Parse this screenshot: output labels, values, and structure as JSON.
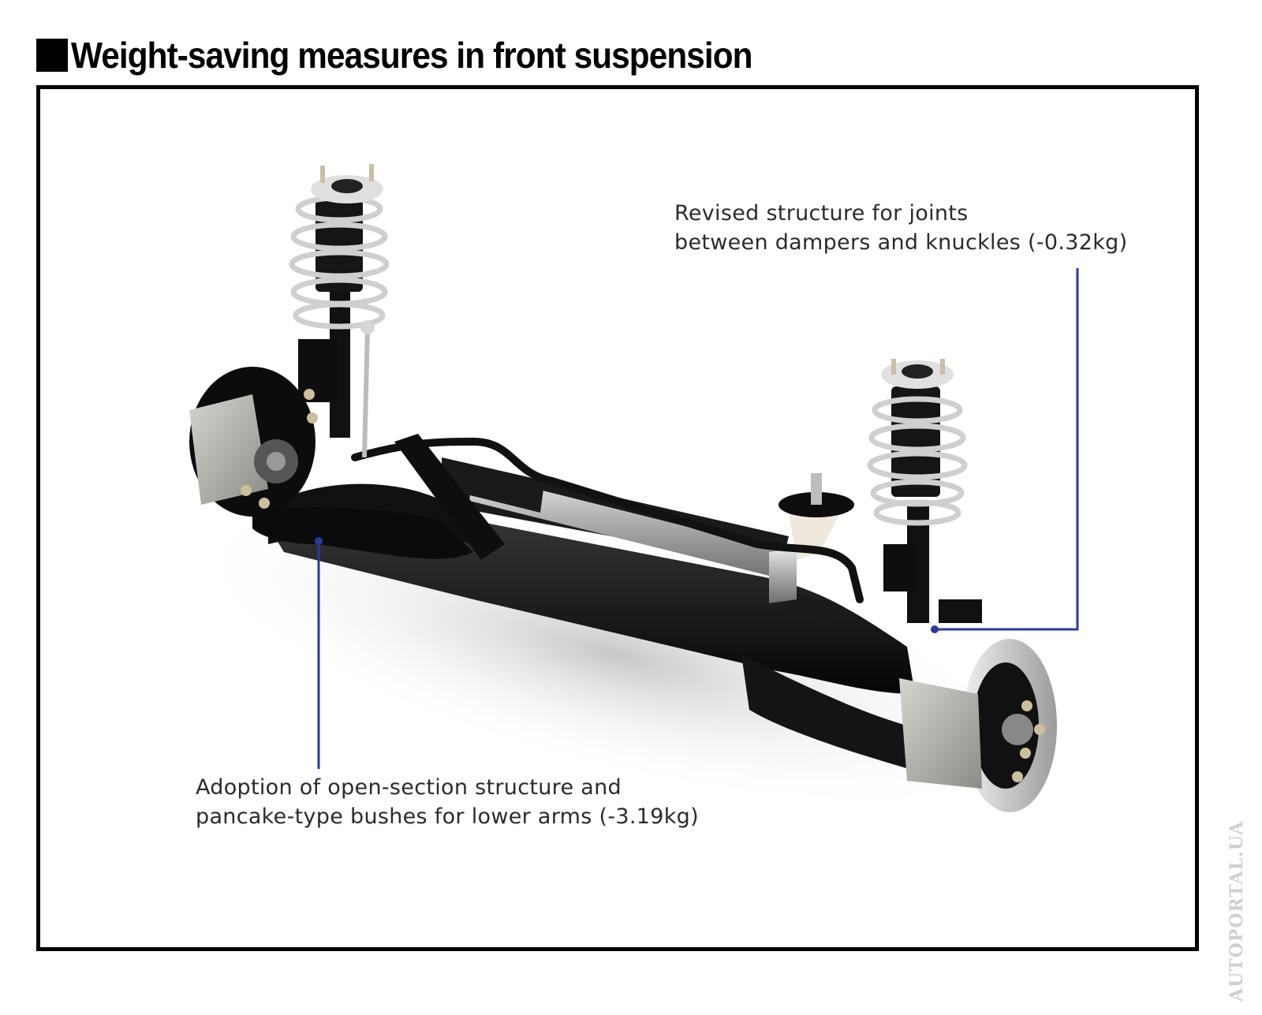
{
  "title": {
    "text": "Weight-saving measures in front suspension",
    "marker_icon": "black-square"
  },
  "callouts": [
    {
      "line1": "Revised structure for joints",
      "line2": "between dampers and knuckles (-0.32kg)",
      "component": "damper-knuckle joint",
      "weight_saving_kg": -0.32
    },
    {
      "line1": "Adoption of open-section structure and",
      "line2": "pancake-type bushes for lower arms (-3.19kg)",
      "component": "lower arms",
      "weight_saving_kg": -3.19
    }
  ],
  "watermark": "AUTOPORTAL.UA",
  "colors": {
    "leader_line": "#2a3a9c",
    "frame": "#000000",
    "text": "#2b2b2b",
    "watermark": "#d0d0d0"
  }
}
